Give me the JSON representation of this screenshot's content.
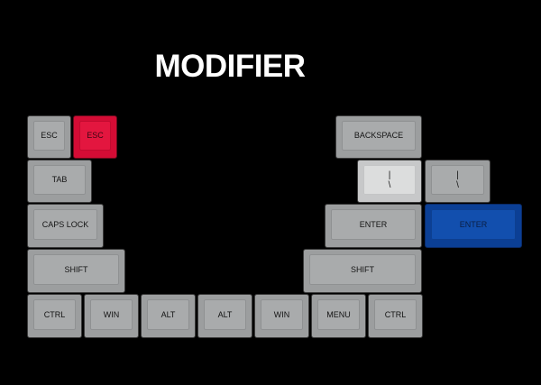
{
  "title": "MODIFIER",
  "colors": {
    "background": "#000000",
    "key_grey": "#9c9e9f",
    "key_red": "#d40c35",
    "key_light": "#c7c8c9",
    "key_blue": "#0b3f95"
  },
  "keys": {
    "esc": "ESC",
    "esc_red": "ESC",
    "tab": "TAB",
    "caps_lock": "CAPS LOCK",
    "shift_left": "SHIFT",
    "ctrl_left": "CTRL",
    "win_left": "WIN",
    "alt_left": "ALT",
    "alt_right": "ALT",
    "win_right": "WIN",
    "menu": "MENU",
    "ctrl_right": "CTRL",
    "backspace": "BACKSPACE",
    "backslash_light_top": "|",
    "backslash_light_bottom": "\\",
    "backslash_grey_top": "|",
    "backslash_grey_bottom": "\\",
    "enter": "ENTER",
    "enter_blue": "ENTER",
    "shift_right": "SHIFT"
  }
}
